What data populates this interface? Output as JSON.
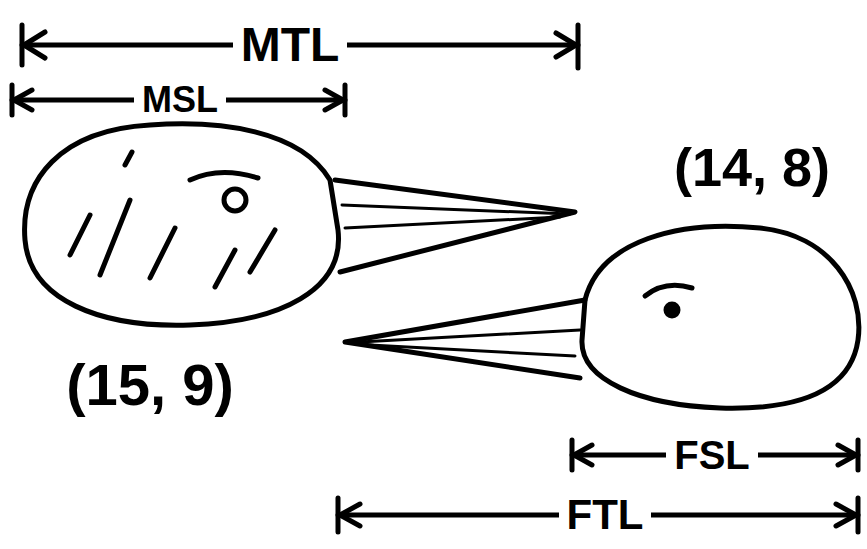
{
  "diagram": {
    "labels": [
      "MTL",
      "MSL",
      "(14, 8)",
      "(15, 9)",
      "FSL",
      "FTL"
    ]
  }
}
